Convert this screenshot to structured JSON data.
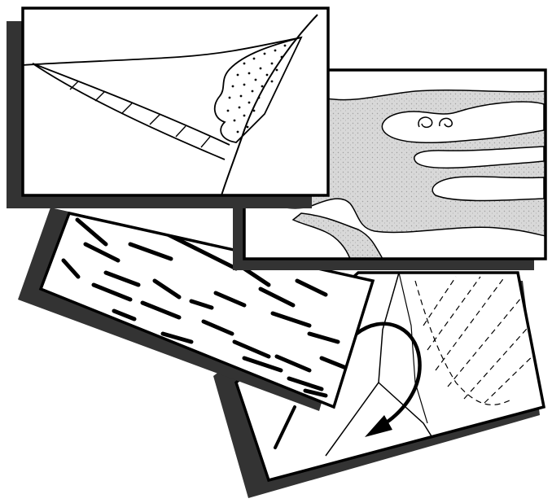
{
  "figure": {
    "background": "#ffffff",
    "ink_color": "#000000",
    "shadow_color": "#333333",
    "stipple_color": "#d6d6d6",
    "panels": [
      {
        "id": "panel-top-left",
        "subject": "wedge-with-sand-fill-and-curved-boundary",
        "icon": "wedge-icon"
      },
      {
        "id": "panel-right",
        "subject": "swirled-grey-layers",
        "icon": "swirl-icon"
      },
      {
        "id": "panel-tilted-left",
        "subject": "aligned-short-dash-fabric",
        "icon": "dash-fabric-icon"
      },
      {
        "id": "panel-bottom-right",
        "subject": "fold-with-curved-arrow-and-dashed-lines",
        "icon": "fold-arrow-icon"
      }
    ]
  }
}
